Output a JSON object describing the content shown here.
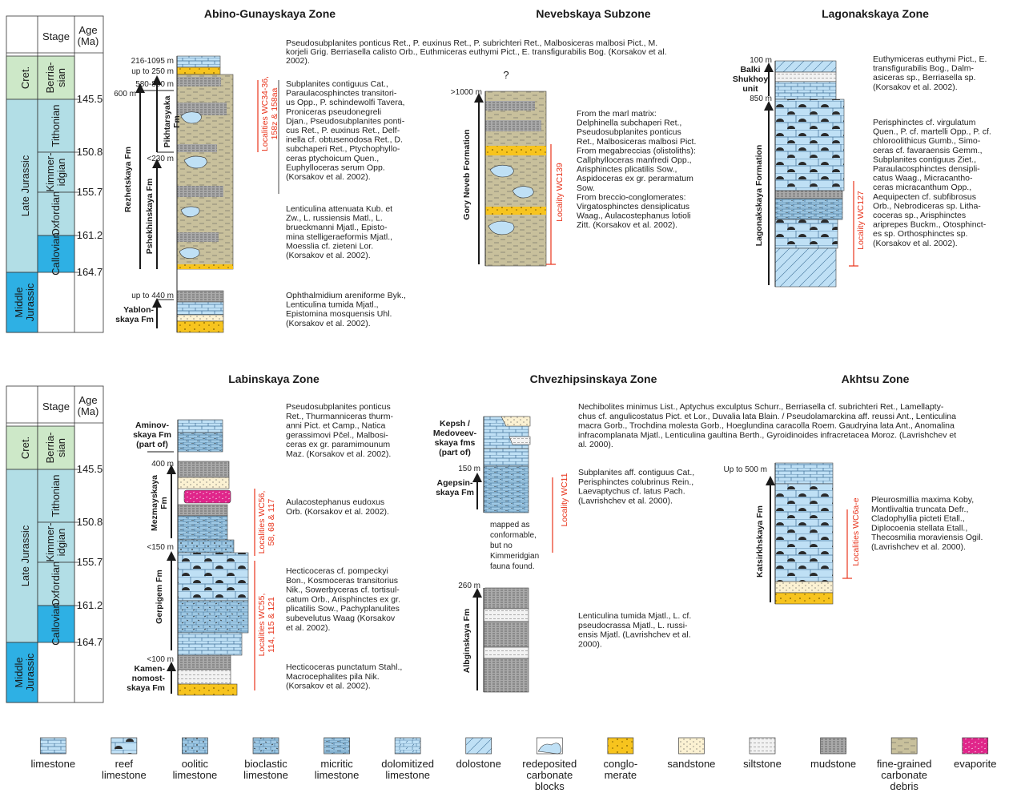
{
  "zones": [
    {
      "title": "Abino-Gunayskaya Zone"
    },
    {
      "title": "Nevebskaya Subzone"
    },
    {
      "title": "Lagonakskaya Zone"
    },
    {
      "title": "Labinskaya Zone"
    },
    {
      "title": "Chvezhipsinskaya Zone"
    },
    {
      "title": "Akhtsu Zone"
    }
  ],
  "timescale": {
    "header": {
      "stage": "Stage",
      "age_line1": "Age",
      "age_line2": "(Ma)"
    },
    "eras": [
      "Cret.",
      "Late Jurassic",
      "Middle Jurassic"
    ],
    "era_colors": [
      "#cde8c8",
      "#b2dee6",
      "#2eb0e4"
    ],
    "stages": [
      "Berria-\nsian",
      "Tithonian",
      "Kimmer-\nidgian",
      "Oxfordian",
      "Callovian"
    ],
    "ages": [
      "145.5",
      "150.8",
      "155.7",
      "161.2",
      "164.7"
    ]
  },
  "columns": {
    "abino": {
      "thick": [
        "216-1095 m",
        "up to 250 m",
        "580-800 m",
        "600 m",
        "<230 m",
        "up to 440 m"
      ],
      "formations": [
        "Pikhtarsyaka\nFm",
        "Rezhetskaya Fm",
        "Pshekhinskaya Fm",
        "Yablon-\nskaya Fm"
      ],
      "locality": "Localities WC34-36,\n158z & 158aa",
      "fossils": [
        {
          "lines": [
            "Pseudosubplanites ponticus Ret., P. euxinus Ret., P. subrichteri Ret., Malbosiceras malbosi Pict., M.",
            "korjeli Grig. Berriasella calisto Orb., Euthmiceras euthymi Pict., E. transfigurabilis Bog. (Korsakov et al.",
            "2002)."
          ]
        },
        {
          "lines": [
            "Subplanites contiguus Cat.,",
            "Paraulacosphinctes transitori-",
            "us Opp., P. schindewolfi Tavera,",
            "Proniceras pseudonegreli",
            "Djan., Pseudosubplanites ponti-",
            "cus Ret., P. euxinus Ret., Delf-",
            "inella cf. obtusenodosa Ret., D.",
            "subchaperi Ret., Ptychophyllo-",
            "ceras ptychoicum Quen.,",
            "Euphylloceras serum Opp.",
            "(Korsakov et al. 2002)."
          ]
        },
        {
          "lines": [
            "Lenticulina attenuata Kub. et",
            "Zw., L. russiensis Matl., L.",
            "brueckmanni Mjatl., Episto-",
            "mina stelligeraeformis Mjatl.,",
            "Moesslia cf. zieteni Lor.",
            "(Korsakov et al. 2002)."
          ]
        },
        {
          "lines": [
            "Ophthalmidium areniforme Byk.,",
            "Lenticulina tumida Mjatl.,",
            "Epistomina mosquensis Uhl.",
            "(Korsakov et al. 2002)."
          ]
        }
      ]
    },
    "neveb": {
      "question": "?",
      "thick": [
        ">1000 m"
      ],
      "formations": [
        "Gory Neveb Formation"
      ],
      "locality": "Locality WC139",
      "fossils": [
        {
          "lines": [
            "From the marl matrix:",
            "Delphinella subchaperi Ret.,",
            "Pseudosubplanites ponticus",
            "Ret., Malbosiceras malbosi Pict.",
            "From megabreccias (olistoliths):",
            "Callphylloceras manfredi Opp.,",
            "Arisphinctes plicatilis Sow.,",
            "Aspidoceras ex gr. perarmatum",
            "Sow.",
            "From breccio-conglomerates:",
            "Virgatosphinctes densiplicatus",
            "Waag., Aulacostephanus lotioli",
            "Zitt. (Korsakov et al. 2002)."
          ]
        }
      ]
    },
    "lagon": {
      "thick": [
        "100 m",
        "850 m"
      ],
      "formations": [
        "Balki\nShukhoy\nunit",
        "Lagonakskaya Formation"
      ],
      "locality": "Locality WC127",
      "fossils": [
        {
          "lines": [
            "Euthymiceras euthymi Pict., E.",
            "transfigurabilis Bog., Dalm-",
            "asiceras sp., Berriasella sp.",
            "(Korsakov et al. 2002)."
          ]
        },
        {
          "lines": [
            "Perisphinctes cf. virgulatum",
            "Quen., P. cf. martelli Opp., P. cf.",
            "chloroolithicus Gumb., Simo-",
            "ceras cf. favaraensis Gemm.,",
            "Subplanites contiguus Ziet.,",
            "Paraulacosphinctes densipli-",
            "catus Waag., Micracantho-",
            "ceras micracanthum Opp.,",
            "Aequipecten cf. subfibrosus",
            "Orb., Nebrodiceras sp. Litha-",
            "coceras sp., Arisphinctes",
            "ariprepes Buckm., Otosphinct-",
            "es sp. Orthosphinctes sp.",
            "(Korsakov et al. 2002)."
          ]
        }
      ]
    },
    "labin": {
      "thick": [
        "400 m",
        "<150 m",
        "<100 m"
      ],
      "formations": [
        "Aminov-\nskaya Fm\n(part of)",
        "Mezmayskaya\nFm",
        "Gerpigem Fm",
        "Kamen-\nnomost-\nskaya Fm"
      ],
      "locality": [
        "Localities WC56,\n58, 68 & 117",
        "Localities WC55,\n114, 115 & 121"
      ],
      "fossils": [
        {
          "lines": [
            "Pseudosubplanites ponticus",
            "Ret., Thurmanniceras thurm-",
            "anni Pict. et Camp., Natica",
            "gerassimovi Pčel., Malbosi-",
            "ceras ex gr. paramimounum",
            "Maz. (Korsakov et al. 2002)."
          ]
        },
        {
          "lines": [
            "Aulacostephanus eudoxus",
            "Orb. (Korsakov et al. 2002)."
          ]
        },
        {
          "lines": [
            "Hecticoceras cf. pompeckyi",
            "Bon., Kosmoceras transitorius",
            "Nik., Sowerbyceras cf. tortisul-",
            "catum Orb., Arisphinctes ex gr.",
            "plicatilis Sow., Pachyplanulites",
            "subevelutus Waag (Korsakov",
            "et al. 2002)."
          ]
        },
        {
          "lines": [
            "Hecticoceras punctatum Stahl.,",
            "Macrocephalites pila Nik.",
            "(Korsakov et al. 2002)."
          ]
        }
      ]
    },
    "chvez": {
      "thick": [
        "150 m",
        "260 m"
      ],
      "formations": [
        "Kepsh /\nMedoveev-\nskaya fms\n(part of)",
        "Agepsin-\nskaya Fm",
        "Albginskaya Fm"
      ],
      "locality": "Locality WC11",
      "note": [
        "mapped as",
        "conformable,",
        "but no",
        "Kimmeridgian",
        "fauna found."
      ],
      "fossils": [
        {
          "lines": [
            "Nechibolites minimus List., Aptychus exculptus Schurr., Berriasella cf. subrichteri Ret., Lamellapty-",
            "chus cf. angulicostatus Pict. et Lor., Duvalia lata Blain. / Pseudolamarckina aff. reussi Ant., Lenticulina",
            "macra Gorb., Trochdina molesta Gorb., Hoeglundina caracolla Roem. Gaudryina lata Ant., Anomalina",
            "infracomplanata Mjatl., Lenticulina gaultina Berth., Gyroidinoides infracretacea Moroz. (Lavrishchev et",
            "al. 2000)."
          ]
        },
        {
          "lines": [
            "Subplanites aff. contiguus Cat.,",
            "Perisphinctes colubrinus Rein.,",
            "Laevaptychus cf. latus Pach.",
            "(Lavrishchev et al. 2000)."
          ]
        },
        {
          "lines": [
            "Lenticulina tumida Mjatl., L. cf.",
            "pseudocrassa Mjatl., L. russi-",
            "ensis Mjatl. (Lavrishchev et al.",
            "2000)."
          ]
        }
      ]
    },
    "akhtsu": {
      "thick": [
        "Up to 500 m"
      ],
      "formations": [
        "Katsirkhskaya Fm"
      ],
      "locality": "Localities WC6a-e",
      "fossils": [
        {
          "lines": [
            "Pleurosmillia maxima Koby,",
            "Montlivaltia truncata Defr.,",
            "Cladophyllia picteti Etall.,",
            "Diplocoenia stellata Etall.,",
            "Thecosmilia moraviensis Ogil.",
            "(Lavrishchev et al. 2000)."
          ]
        }
      ]
    }
  },
  "legend": [
    {
      "name": "limestone",
      "label": "limestone"
    },
    {
      "name": "reef-limestone",
      "label": "reef\nlimestone"
    },
    {
      "name": "oolitic-limestone",
      "label": "oolitic\nlimestone"
    },
    {
      "name": "bioclastic-limestone",
      "label": "bioclastic\nlimestone"
    },
    {
      "name": "micritic-limestone",
      "label": "micritic\nlimestone"
    },
    {
      "name": "dolomitized-limestone",
      "label": "dolomitized\nlimestone"
    },
    {
      "name": "dolostone",
      "label": "dolostone"
    },
    {
      "name": "redeposited-carbonate-blocks",
      "label": "redeposited\ncarbonate\nblocks"
    },
    {
      "name": "conglomerate",
      "label": "conglo-\nmerate"
    },
    {
      "name": "sandstone",
      "label": "sandstone"
    },
    {
      "name": "siltstone",
      "label": "siltstone"
    },
    {
      "name": "mudstone",
      "label": "mudstone"
    },
    {
      "name": "fine-grained-carbonate-debris",
      "label": "fine-grained\ncarbonate\ndebris"
    },
    {
      "name": "evaporite",
      "label": "evaporite"
    }
  ]
}
